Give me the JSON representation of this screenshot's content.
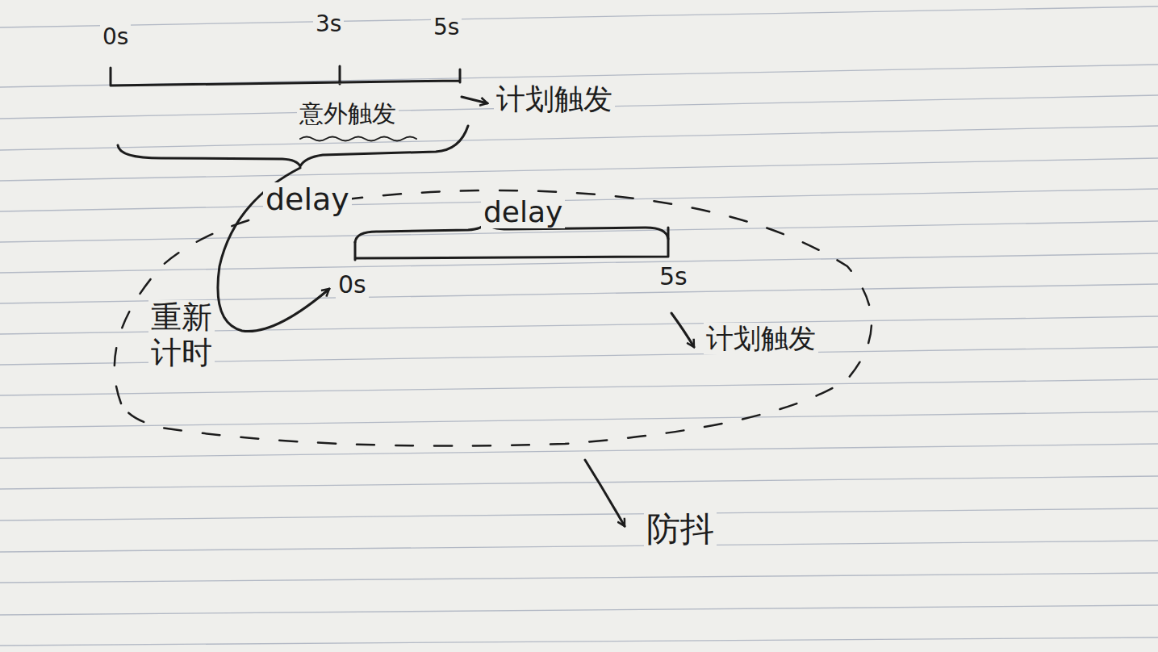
{
  "diagram": {
    "labels": [
      "0s",
      "3s",
      "5s",
      "计划触发",
      "意外触发",
      "delay",
      "delay",
      "0s",
      "5s",
      "重新计时",
      "计划触发",
      "防抖"
    ]
  }
}
